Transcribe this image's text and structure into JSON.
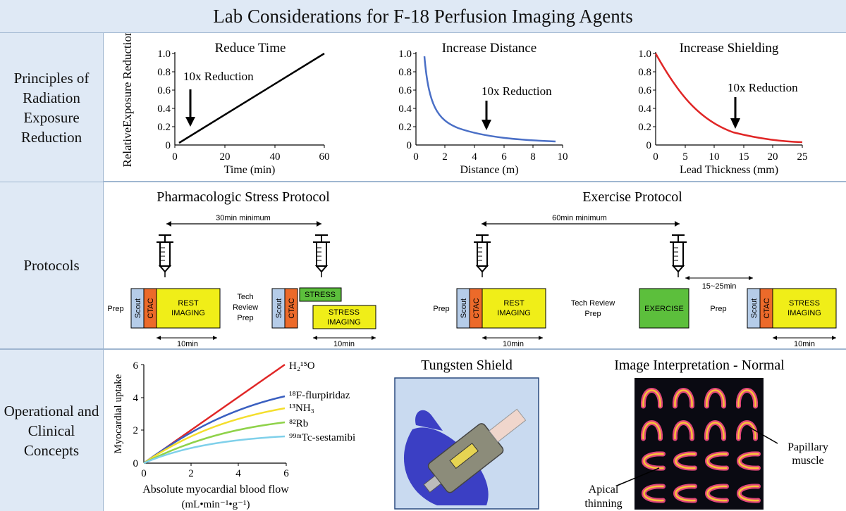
{
  "title": "Lab Considerations for F-18 Perfusion Imaging Agents",
  "rows": {
    "principles": "Principles of Radiation Exposure Reduction",
    "protocols": "Protocols",
    "operational": "Operational and Clinical Concepts"
  },
  "principles": {
    "time": {
      "title": "Reduce Time",
      "xlabel": "Time (min)",
      "ylabel": "RelativeExposure Reduction",
      "annotation": "10x Reduction",
      "xticks": [
        "0",
        "20",
        "40",
        "60"
      ],
      "yticks": [
        "0",
        "0.2",
        "0.4",
        "0.6",
        "0.8",
        "1.0"
      ]
    },
    "distance": {
      "title": "Increase Distance",
      "xlabel": "Distance (m)",
      "annotation": "10x Reduction",
      "xticks": [
        "0",
        "2",
        "4",
        "6",
        "8",
        "10"
      ],
      "yticks": [
        "0",
        "0.2",
        "0.4",
        "0.6",
        "0.8",
        "1.0"
      ]
    },
    "shielding": {
      "title": "Increase Shielding",
      "xlabel": "Lead Thickness (mm)",
      "annotation": "10x Reduction",
      "xticks": [
        "0",
        "5",
        "10",
        "15",
        "20",
        "25"
      ],
      "yticks": [
        "0",
        "0.2",
        "0.4",
        "0.6",
        "0.8",
        "1.0"
      ]
    }
  },
  "protocols": {
    "pharm": {
      "title": "Pharmacologic Stress Protocol",
      "interval": "30min minimum",
      "prep": "Prep",
      "scout": "Scout",
      "ctac": "CTAC",
      "rest1": "REST",
      "rest2": "IMAGING",
      "tech1": "Tech",
      "tech2": "Review",
      "tech3": "Prep",
      "stress": "STRESS",
      "stress_img1": "STRESS",
      "stress_img2": "IMAGING",
      "dur1": "10min",
      "dur2": "10min"
    },
    "exercise": {
      "title": "Exercise Protocol",
      "interval": "60min minimum",
      "prep": "Prep",
      "scout": "Scout",
      "ctac": "CTAC",
      "rest1": "REST",
      "rest2": "IMAGING",
      "tech1": "Tech Review",
      "tech2": "Prep",
      "exercise": "EXERCISE",
      "prep2": "Prep",
      "window": "15~25min",
      "stress1": "STRESS",
      "stress2": "IMAGING",
      "dur1": "10min",
      "dur2": "10min"
    }
  },
  "uptake": {
    "ylabel": "Myocardial uptake",
    "xlabel1": "Absolute myocardial blood flow",
    "xlabel2": "(mL•min⁻¹•g⁻¹)",
    "xticks": [
      "0",
      "2",
      "4",
      "6"
    ],
    "yticks": [
      "0",
      "2",
      "4",
      "6"
    ],
    "series": [
      "H₂¹⁵O",
      "¹⁸F-flurpiridaz",
      "¹³NH₃",
      "⁸²Rb",
      "⁹⁹ᵐTc-sestamibi"
    ]
  },
  "shield": {
    "title": "Tungsten Shield"
  },
  "interp": {
    "title": "Image Interpretation - Normal",
    "label1a": "Papillary",
    "label1b": "muscle",
    "label2a": "Apical",
    "label2b": "thinning"
  },
  "colors": {
    "panel": "#dfe9f5",
    "rest": "#f0ee18",
    "ctac": "#ec6a2a",
    "scout": "#b5cce8",
    "stress": "#5cbf3c",
    "dist_curve": "#4a6fc6",
    "shield_curve": "#e02626"
  }
}
